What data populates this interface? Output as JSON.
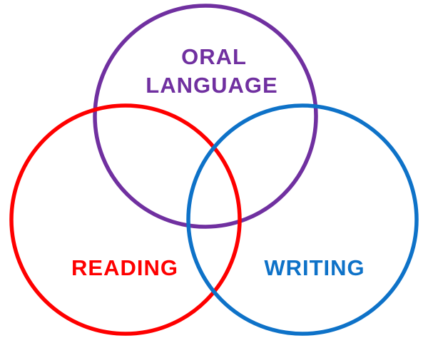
{
  "page": {
    "background": "#ffffff"
  },
  "diagram": {
    "type": "venn-3",
    "circles": [
      {
        "id": "oral-language",
        "label": "ORAL LANGUAGE",
        "label_lines": [
          "ORAL",
          "LANGUAGE"
        ],
        "color": "#7030A0"
      },
      {
        "id": "reading",
        "label": "READING",
        "label_lines": [
          "READING"
        ],
        "color": "#FE0000"
      },
      {
        "id": "writing",
        "label": "WRITING",
        "label_lines": [
          "WRITING"
        ],
        "color": "#0E72C8"
      }
    ]
  }
}
